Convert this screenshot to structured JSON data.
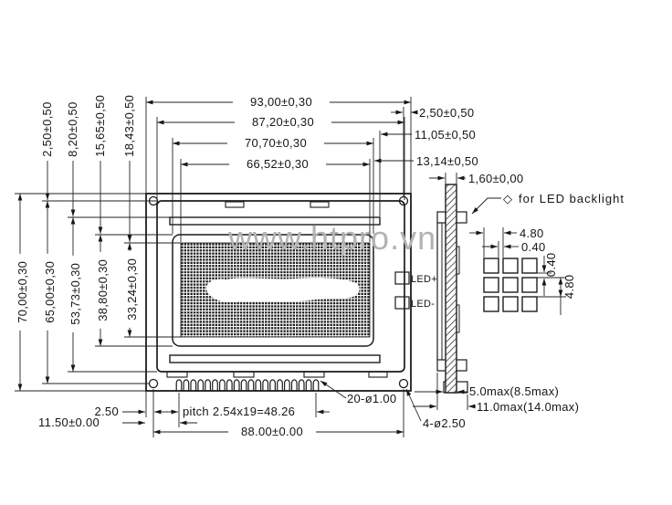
{
  "watermark": "www.htpro.vn",
  "front_view": {
    "top_dims": [
      "93,00±0,30",
      "87,20±0,30",
      "70,70±0,30",
      "66,52±0,30"
    ],
    "top_left_dims": [
      "2,50±0,50",
      "8,20±0,50",
      "15,65±0,50",
      "18,43±0,50"
    ],
    "left_dims": [
      "70,00±0,30",
      "65,00±0,30",
      "53,73±0,30",
      "38,80±0,30",
      "33,24±0,30"
    ],
    "right_dims": [
      "2,50±0,50",
      "11,05±0,50",
      "13,14±0,50"
    ],
    "led_plus": "LED+",
    "led_minus": "LED-",
    "bottom_dims": {
      "edge_to_hole": "2.50",
      "edge_to_pin": "11.50±0.00",
      "pin_pitch": "pitch 2.54x19=48.26",
      "hole_spacing": "88.00±0.00",
      "pin_note": "20-ø1.00",
      "hole_note": "4-ø2.50"
    },
    "pins": {
      "count": 20
    }
  },
  "side_view": {
    "thickness": "1,60±0,00",
    "backlight_symbol": "◇",
    "backlight_note": "for LED backlight",
    "depth_dim_glass": "5.0max(8.5max)",
    "depth_dim_total": "11.0max(14.0max)"
  },
  "dot_detail": {
    "h_pitch": "4.80",
    "h_gap": "0.40",
    "v_gap": "0.40",
    "v_pitch": "4.80"
  }
}
